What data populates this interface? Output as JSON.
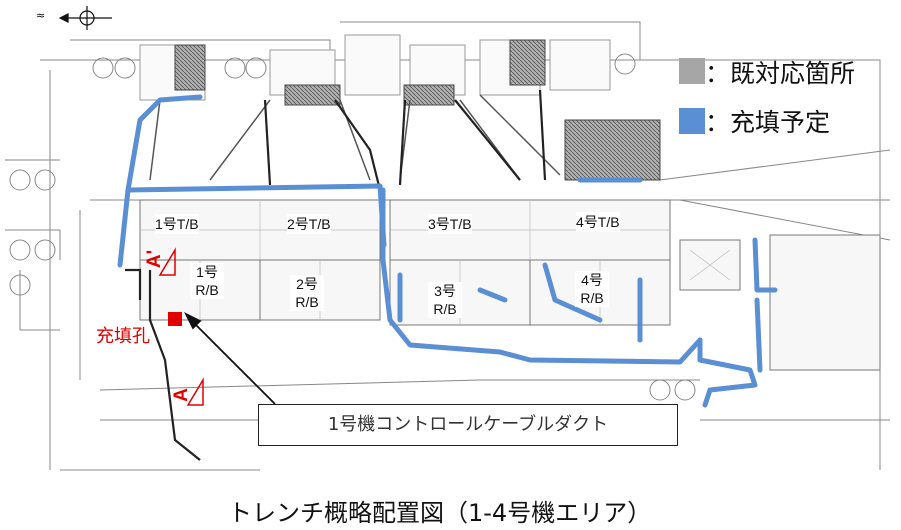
{
  "legend": {
    "existing_label": "：既対応箇所",
    "planned_label": "：充填予定",
    "existing_color": "#a6a6a6",
    "planned_color": "#5b8fd4"
  },
  "buildings": {
    "t1": "1号T/B",
    "t2": "2号T/B",
    "t3": "3号T/B",
    "t4": "4号T/B",
    "r1_a": "1号",
    "r1_b": "R/B",
    "r2_a": "2号",
    "r2_b": "R/B",
    "r3_a": "3号",
    "r3_b": "R/B",
    "r4_a": "4号",
    "r4_b": "R/B"
  },
  "section_marks": {
    "a_prime": "A'",
    "a": "A"
  },
  "fill_hole": {
    "label": "充填孔",
    "color": "#e00000"
  },
  "callout": {
    "text": "1号機コントロールケーブルダクト"
  },
  "caption": "トレンチ概略配置図（1-4号機エリア）",
  "icons": {
    "north": "north-arrow-icon"
  }
}
